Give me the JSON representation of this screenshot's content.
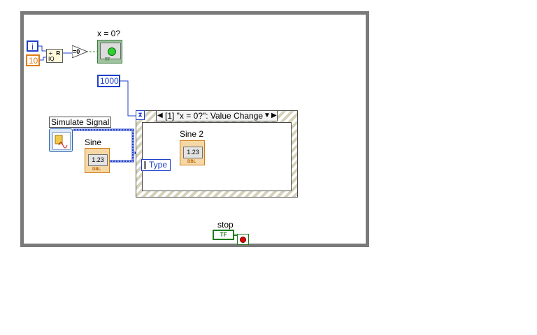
{
  "diagram": {
    "iteration_terminal": "i",
    "divisor_constant": "10",
    "quotient_remainder_label": "R",
    "equal_zero_label": "=0",
    "indicator_x0_label": "x = 0?",
    "indicator_tf_label": "TF",
    "timeout_constant": "1000",
    "event_selector": {
      "text": "[1] \"x = 0?\": Value Change",
      "left_arrow": "◀",
      "right_arrow": "▶",
      "dropdown": "▼"
    },
    "simulate_signal_label": "Simulate Signal",
    "sine_label": "Sine",
    "sine2_label": "Sine 2",
    "numeric_display": "1.23",
    "numeric_type": "DBL",
    "type_node_label": "Type",
    "stop_label": "stop",
    "stop_tf_label": "TF"
  },
  "colors": {
    "integer_wire": "#1f3fc8",
    "dbl_wire": "#e07b14",
    "bool_wire": "#1e7a1e",
    "dynamic_wire": "#1f3fc8",
    "while_loop": "#7a7a7a",
    "led_on": "#2fd02f",
    "stop_dot": "#e00000"
  }
}
